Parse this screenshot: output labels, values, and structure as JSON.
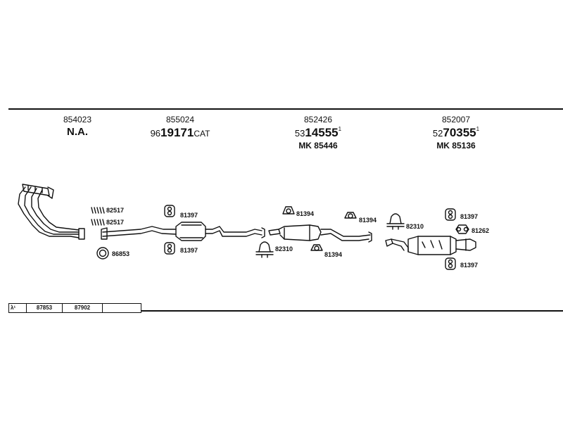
{
  "headers": [
    {
      "top_number": "854023",
      "main": "N.A."
    },
    {
      "top_number": "855024",
      "prefix": "96",
      "main": "19171",
      "suffix": "CAT"
    },
    {
      "top_number": "852426",
      "prefix": "53",
      "main": "14555",
      "sup": "1",
      "mk": "MK  85446"
    },
    {
      "top_number": "852007",
      "prefix": "52",
      "main": "70355",
      "sup": "1",
      "mk": "MK  85136"
    }
  ],
  "part_numbers": {
    "hanger_top_left": "82517",
    "hanger_bottom_left": "82517",
    "ring_gasket": "86853",
    "rubber_cat_top": "81397",
    "rubber_cat_bottom": "81397",
    "rubber_mid_top": "81394",
    "clamp_mid": "82310",
    "rubber_mid_bottom": "81394",
    "rubber_mid_right": "81394",
    "clamp_rear": "82310",
    "rubber_rear_top": "81397",
    "bracket_rear": "81262",
    "rubber_rear_bottom": "81397"
  },
  "legend": {
    "lambda": "λ¹",
    "cell1": "87853",
    "cell2": "87902",
    "cell3": ""
  }
}
